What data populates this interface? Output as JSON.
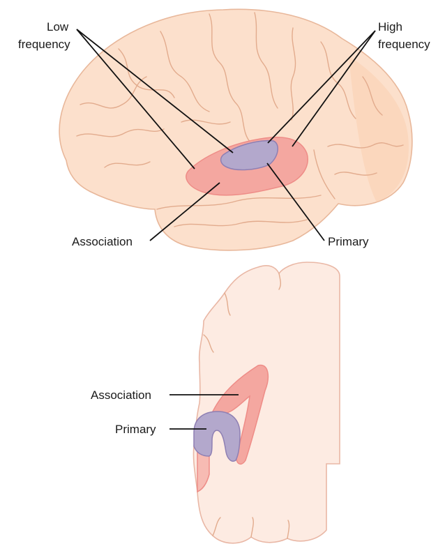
{
  "lateral_view": {
    "labels": {
      "low_frequency_line1": "Low",
      "low_frequency_line2": "frequency",
      "high_frequency_line1": "High",
      "high_frequency_line2": "frequency",
      "association": "Association",
      "primary": "Primary"
    }
  },
  "coronal_section": {
    "labels": {
      "association": "Association",
      "primary": "Primary"
    }
  },
  "colors": {
    "brain_surface": "#fce0cc",
    "association_cortex": "#f4a7a0",
    "primary_cortex": "#b3a8cc",
    "leader_lines": "#111111"
  }
}
